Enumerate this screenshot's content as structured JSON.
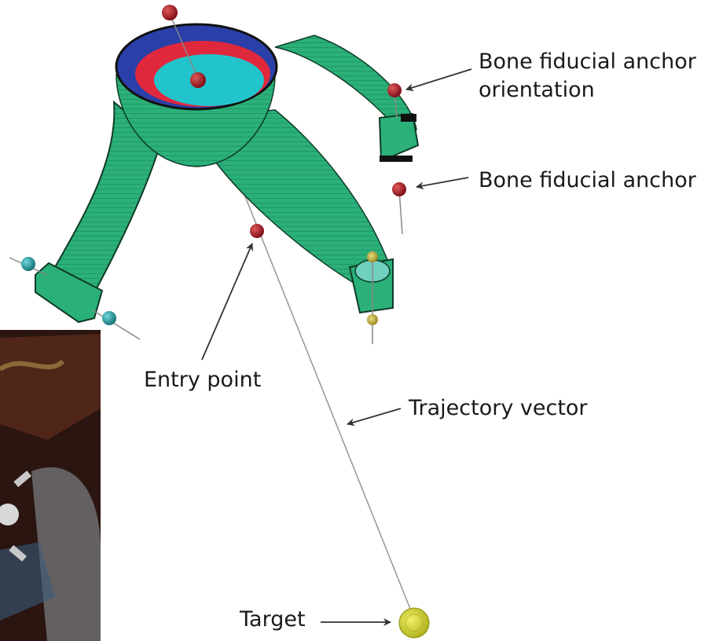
{
  "labels": {
    "orientation_line1": "Bone fiducial anchor",
    "orientation_line2": "orientation",
    "anchor": "Bone fiducial anchor",
    "entry": "Entry point",
    "trajectory": "Trajectory vector",
    "target": "Target"
  },
  "colors": {
    "frame_green": "#2bb07a",
    "frame_stripe": "#1b7a52",
    "ring_blue": "#2a3fa8",
    "ring_red": "#e0283c",
    "ring_cyan": "#22c4cc",
    "fiducial_red": "#a3121e",
    "fiducial_teal": "#1f9aa0",
    "fiducial_olive": "#c8b83a",
    "target_yellow": "#d4d62a",
    "arrow": "#333333"
  },
  "icons": {
    "target_marker": "yellow-sphere-icon",
    "fiducial_marker": "red-sphere-icon"
  }
}
